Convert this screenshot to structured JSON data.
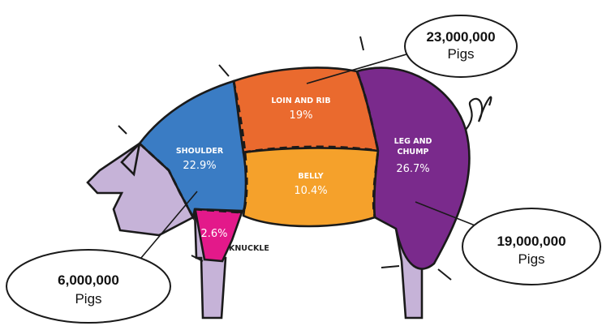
{
  "segments": {
    "shoulder": {
      "name_lines": [
        "SHOULDER"
      ],
      "percent": "22.9%",
      "color": "#3a7cc4"
    },
    "loin_rib": {
      "name_lines": [
        "LOIN AND RIB"
      ],
      "percent": "19%",
      "color": "#ea6a2e"
    },
    "belly": {
      "name_lines": [
        "BELLY"
      ],
      "percent": "10.4%",
      "color": "#f5a12b"
    },
    "leg_chump": {
      "name_lines": [
        "LEG AND",
        "CHUMP"
      ],
      "percent": "26.7%",
      "color": "#7a2a8c"
    },
    "knuckle": {
      "name_lines": [
        "KNUCKLE"
      ],
      "percent": "2.6%",
      "color": "#e3198a"
    },
    "head_legs": {
      "color": "#c6b3d8"
    }
  },
  "callouts": [
    {
      "id": "loin",
      "count": "23,000,000",
      "unit": "Pigs"
    },
    {
      "id": "leg",
      "count": "19,000,000",
      "unit": "Pigs"
    },
    {
      "id": "shoulder",
      "count": "6,000,000",
      "unit": "Pigs"
    }
  ]
}
